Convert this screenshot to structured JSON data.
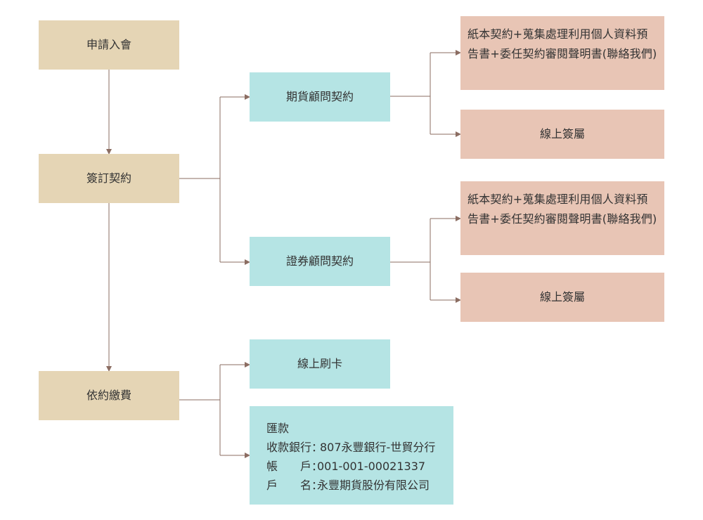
{
  "steps": {
    "apply": {
      "label": "申請入會"
    },
    "sign": {
      "label": "簽訂契約"
    },
    "pay": {
      "label": "依約繳費"
    }
  },
  "contracts": {
    "futures": {
      "label": "期貨顧問契約"
    },
    "securities": {
      "label": "證券顧問契約"
    }
  },
  "sign_options": {
    "futures_paper": {
      "label": "紙本契約+蒐集處理利用個人資料預告書+委任契約審閱聲明書(聯絡我們)"
    },
    "futures_online": {
      "label": "線上簽屬"
    },
    "securities_paper": {
      "label": "紙本契約+蒐集處理利用個人資料預告書+委任契約審閱聲明書(聯絡我們)"
    },
    "securities_online": {
      "label": "線上簽屬"
    }
  },
  "payment": {
    "card": {
      "label": "線上刷卡"
    },
    "transfer": {
      "title": "匯款",
      "bank_label": "收款銀行：",
      "bank_value": "807永豐銀行-世貿分行",
      "account_label": "帳　　戶：",
      "account_value": "001-001-00021337",
      "holder_label": "戶　　名：",
      "holder_value": "永豐期貨股份有限公司"
    }
  },
  "colors": {
    "beige": "#e5d5b5",
    "cyan": "#b5e4e4",
    "pink": "#e8c5b5",
    "line": "#8b6d62"
  }
}
